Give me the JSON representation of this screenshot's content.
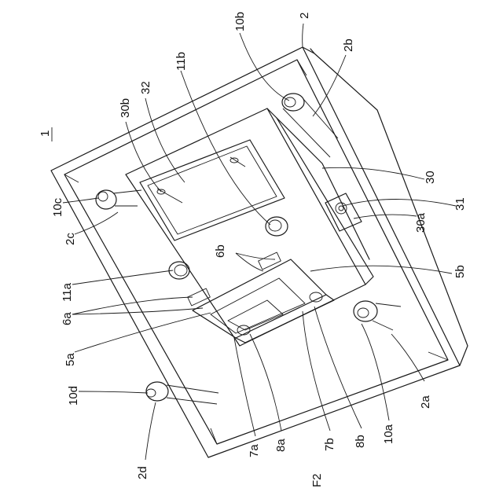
{
  "figure_number": "1",
  "labels": {
    "l2": "2",
    "l2a": "2a",
    "l2b": "2b",
    "l2c": "2c",
    "l2d": "2d",
    "l5a": "5a",
    "l5b": "5b",
    "l6a": "6a",
    "l6b": "6b",
    "l7a": "7a",
    "l7b": "7b",
    "l8a": "8a",
    "l8b": "8b",
    "l10a": "10a",
    "l10b": "10b",
    "l10c": "10c",
    "l10d": "10d",
    "l11a": "11a",
    "l11b": "11b",
    "l30": "30",
    "l30a": "30a",
    "l30b": "30b",
    "l31": "31",
    "l32": "32",
    "lF2": "F2"
  }
}
